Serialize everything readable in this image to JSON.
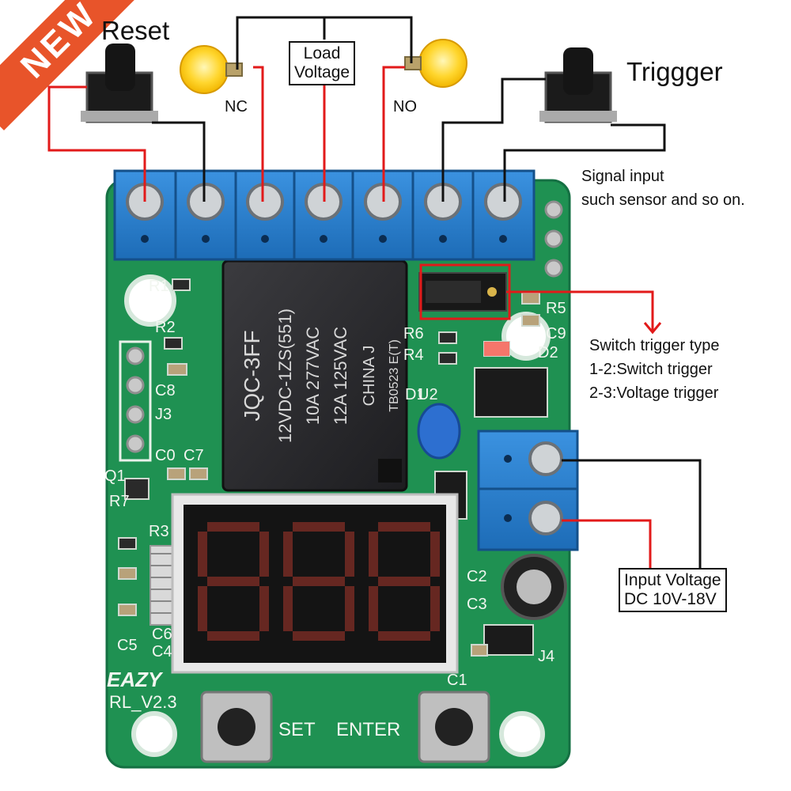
{
  "banner": {
    "text": "NEW"
  },
  "labels": {
    "reset": "Reset",
    "trigger": "Triggger",
    "nc": "NC",
    "no": "NO",
    "load_voltage_line1": "Load",
    "load_voltage_line2": "Voltage",
    "signal_line1": "Signal input",
    "signal_line2": "such sensor and so on.",
    "switch_title": "Switch trigger type",
    "switch_12": "1-2:Switch trigger",
    "switch_23": "2-3:Voltage trigger",
    "input_line1": "Input Voltage",
    "input_line2": "DC 10V-18V"
  },
  "relay": {
    "model": "JQC-3FF",
    "coil": "12VDC-1ZS(551)",
    "rating1": "10A 277VAC",
    "rating2": "12A 125VAC",
    "brand": "CHINA J",
    "code": "TB0523 E(T)"
  },
  "board": {
    "brand": "EAZY",
    "version": "RL_V2.3",
    "buttons": [
      "SET",
      "ENTER"
    ],
    "silk": [
      "R1",
      "R2",
      "R3",
      "R4",
      "R5",
      "R6",
      "R7",
      "C0",
      "C1",
      "C2",
      "C3",
      "C4",
      "C5",
      "C6",
      "C7",
      "C8",
      "C9",
      "J3",
      "J4",
      "Q1",
      "U2",
      "D1",
      "D2"
    ]
  },
  "display": {
    "digits": "888"
  },
  "colors": {
    "pcb": "#1f9152",
    "terminal": "#2a7fd0",
    "wire_red": "#e21a1a",
    "wire_black": "#111111",
    "banner": "#e8542a",
    "bulb": "#ffd62e",
    "led": "#ff4a3a"
  }
}
